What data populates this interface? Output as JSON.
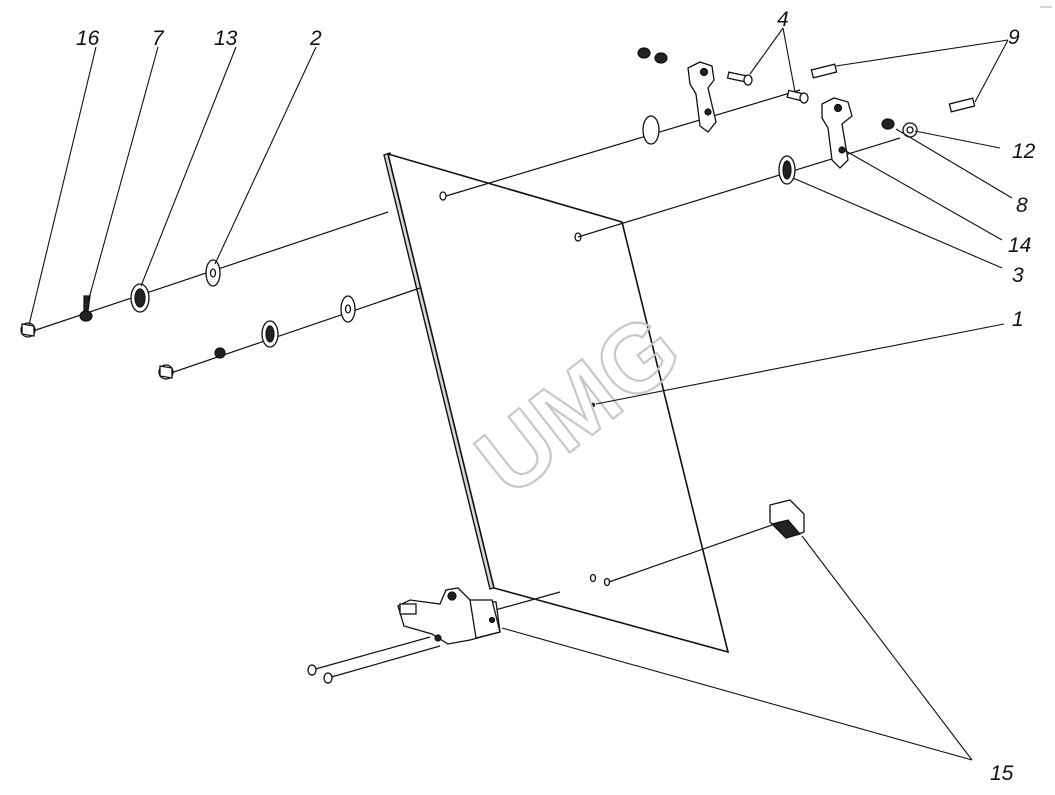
{
  "watermark": "UMG",
  "callouts": {
    "c16": "16",
    "c7": "7",
    "c13": "13",
    "c2": "2",
    "c4": "4",
    "c9": "9",
    "c12": "12",
    "c8": "8",
    "c14": "14",
    "c3": "3",
    "c1": "1",
    "c15": "15"
  },
  "colors": {
    "ink": "#111111",
    "watermark": "#c8c8c8",
    "background": "#ffffff"
  }
}
